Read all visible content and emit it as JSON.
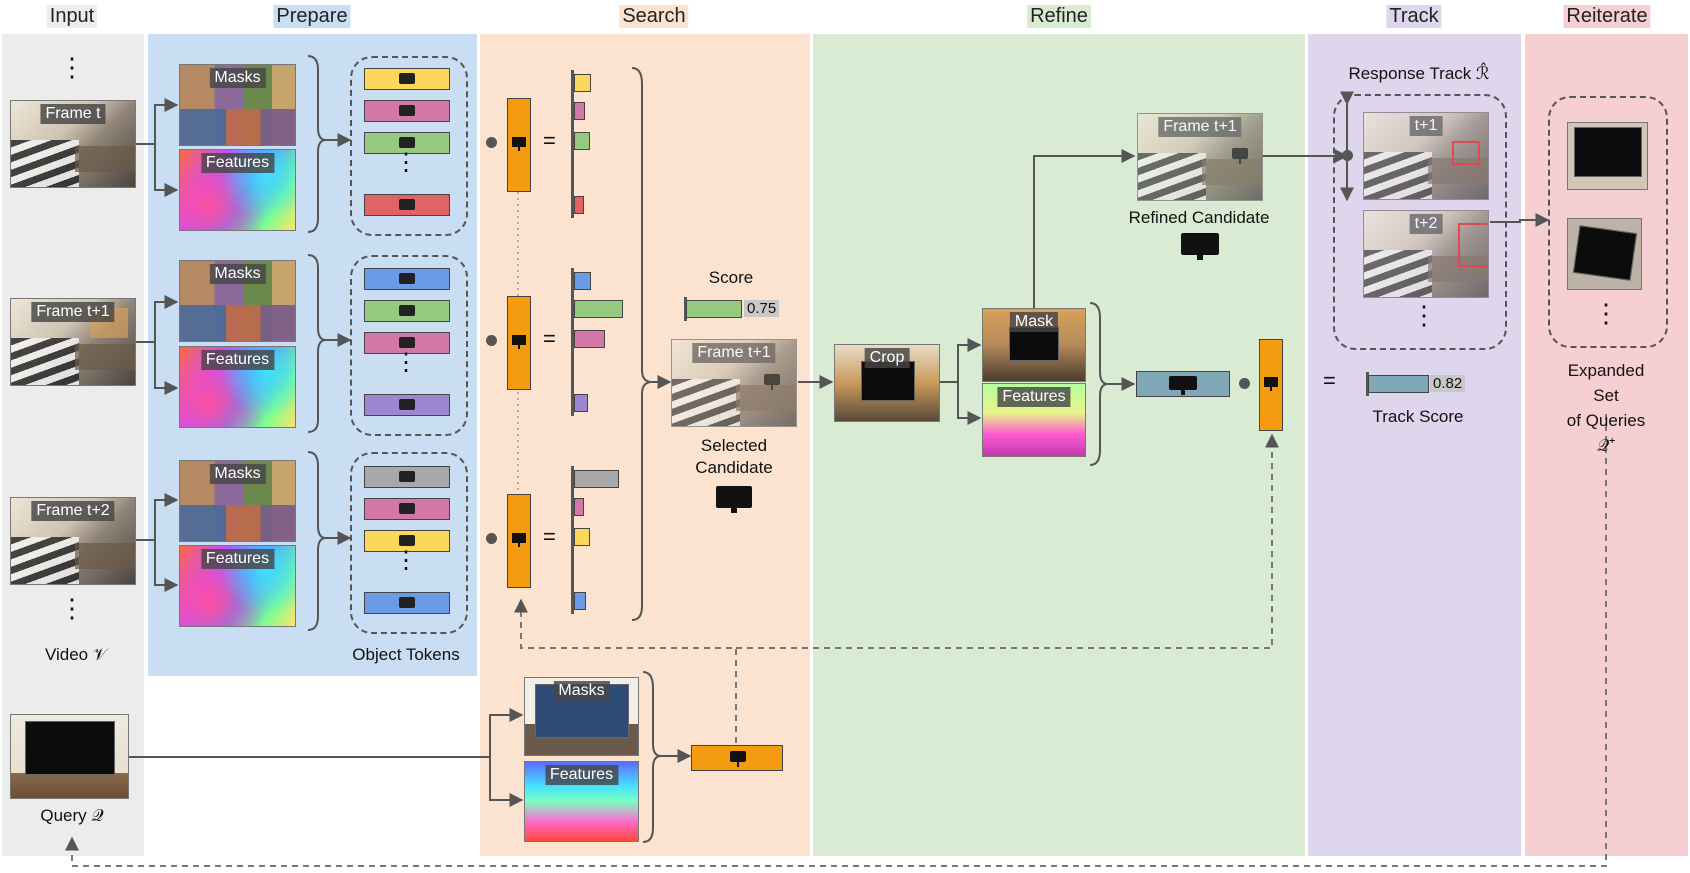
{
  "stages": {
    "input": "Input",
    "prepare": "Prepare",
    "search": "Search",
    "refine": "Refine",
    "track": "Track",
    "reiterate": "Reiterate"
  },
  "colors": {
    "input_bg": "#ececec",
    "prepare_bg": "#c9def2",
    "search_bg": "#fbe3cf",
    "refine_bg": "#d9ebd3",
    "track_bg": "#ddd6ec",
    "reiterate_bg": "#f6cfd2",
    "token_orange": "#f59b0f",
    "track_bar": "#7fa7b5",
    "score_bar": "#94c97f",
    "red_box": "#e21a1a"
  },
  "input": {
    "frames": [
      "Frame t",
      "Frame t+1",
      "Frame t+2"
    ],
    "ellipsis": "⋮",
    "video_label": "Video 𝒱",
    "query_label": "Query 𝒬"
  },
  "prepare": {
    "masks_label": "Masks",
    "features_label": "Features",
    "object_tokens_label": "Object Tokens",
    "token_groups": [
      [
        "#fbd75b",
        "#d178a8",
        "#94c97f",
        "#e06464"
      ],
      [
        "#6a9be6",
        "#94c97f",
        "#d178a8",
        "#9b86d0"
      ],
      [
        "#a8a8a8",
        "#d178a8",
        "#fbd75b",
        "#6a9be6"
      ]
    ]
  },
  "search": {
    "score_label": "Score",
    "score_value": "0.75",
    "candidate_frame": "Frame t+1",
    "selected_candidate": "Selected\nCandidate",
    "query_masks": "Masks",
    "query_features": "Features",
    "sim_bars": [
      [
        0.28,
        0.18,
        0.26,
        0.16
      ],
      [
        0.28,
        0.9,
        0.55,
        0.24
      ],
      [
        0.82,
        0.16,
        0.26,
        0.2
      ]
    ]
  },
  "refine": {
    "crop_label": "Crop",
    "mask_label": "Mask",
    "features_label": "Features",
    "refined_frame": "Frame t+1",
    "refined_candidate": "Refined Candidate"
  },
  "track": {
    "response_track": "Response Track ℛ̂",
    "frames": [
      "t+1",
      "t+2"
    ],
    "ellipsis": "⋮",
    "equals": "=",
    "track_score_value": "0.82",
    "track_score_label": "Track Score"
  },
  "reiterate": {
    "expanded_set": "Expanded Set\nof Queries 𝒬⁺",
    "ellipsis": "⋮"
  },
  "symbols": {
    "equals": "="
  }
}
